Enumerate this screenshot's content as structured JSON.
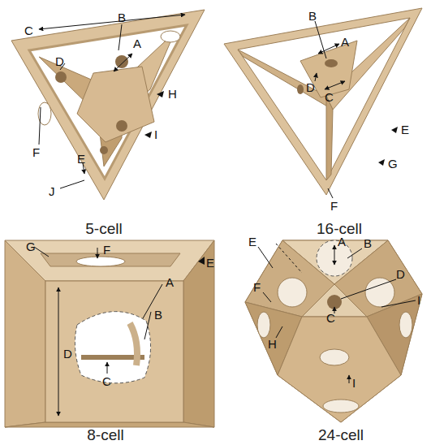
{
  "diagram": {
    "labels": [
      "C",
      "B",
      "A",
      "D",
      "H",
      "I",
      "F",
      "E",
      "J",
      "5-cell",
      "B",
      "A",
      "D",
      "C",
      "E",
      "G",
      "F",
      "16-cell",
      "G",
      "F",
      "E",
      "A",
      "B",
      "D",
      "C",
      "8-cell",
      "E",
      "A",
      "B",
      "D",
      "F",
      "C",
      "I",
      "H",
      "I",
      "24-cell"
    ]
  }
}
